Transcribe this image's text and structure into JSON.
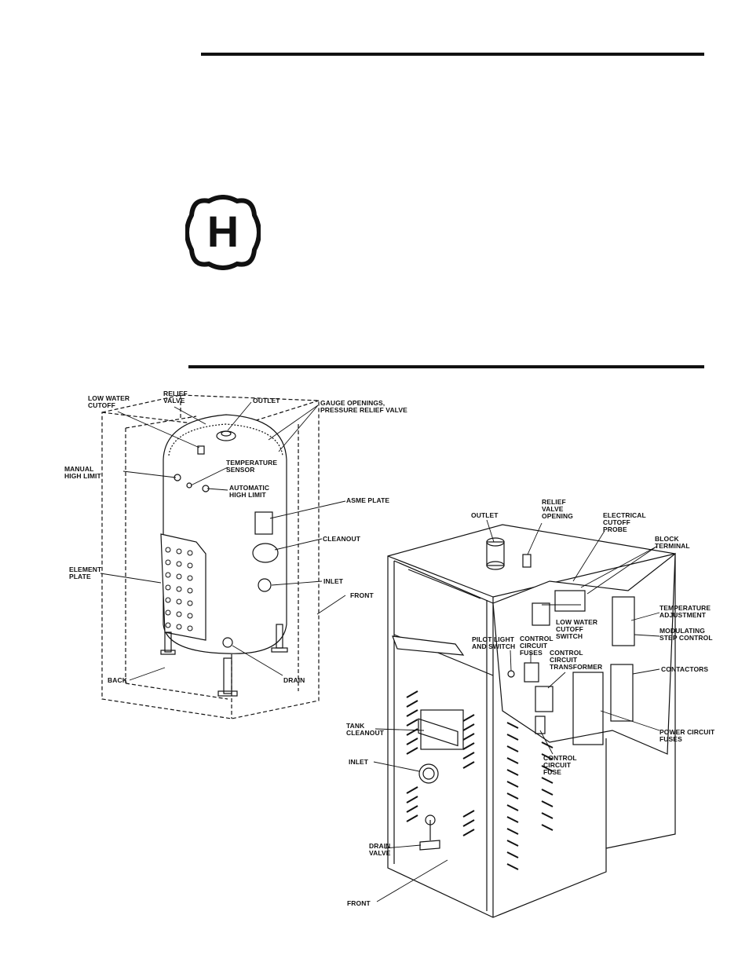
{
  "symbol": {
    "letter": "H"
  },
  "left_diagram": {
    "labels": {
      "low_water_cutoff": "LOW WATER\nCUTOFF",
      "relief_valve": "RELIEF\nVALVE",
      "outlet": "OUTLET",
      "gauge_openings": "GAUGE OPENINGS,\nPRESSURE RELIEF VALVE",
      "manual_high_limit": "MANUAL\nHIGH LIMIT",
      "temperature_sensor": "TEMPERATURE\nSENSOR",
      "automatic_high_limit": "AUTOMATIC\nHIGH LIMIT",
      "asme_plate": "ASME PLATE",
      "cleanout": "CLEANOUT",
      "element_plate": "ELEMENT\nPLATE",
      "inlet": "INLET",
      "front": "FRONT",
      "back": "BACK",
      "drain": "DRAIN"
    }
  },
  "right_diagram": {
    "labels": {
      "outlet": "OUTLET",
      "relief_valve_opening": "RELIEF\nVALVE\nOPENING",
      "electrical_cutoff_probe": "ELECTRICAL\nCUTOFF\nPROBE",
      "block_terminal": "BLOCK\nTERMINAL",
      "temperature_adjustment": "TEMPERATURE\nADJUSTMENT",
      "low_water_cutoff_switch": "LOW WATER\nCUTOFF\nSWITCH",
      "modulating_step_control": "MODULATING\nSTEP CONTROL",
      "pilot_light_and_switch": "PILOT LIGHT\nAND SWITCH",
      "control_circuit_fuses": "CONTROL\nCIRCUIT\nFUSES",
      "control_circuit_transformer": "CONTROL\nCIRCUIT\nTRANSFORMER",
      "contactors": "CONTACTORS",
      "tank_cleanout": "TANK\nCLEANOUT",
      "power_circuit_fuses": "POWER CIRCUIT\nFUSES",
      "inlet": "INLET",
      "control_circuit_fuse": "CONTROL\nCIRCUIT\nFUSE",
      "drain_valve": "DRAIN\nVALVE",
      "front": "FRONT"
    }
  }
}
